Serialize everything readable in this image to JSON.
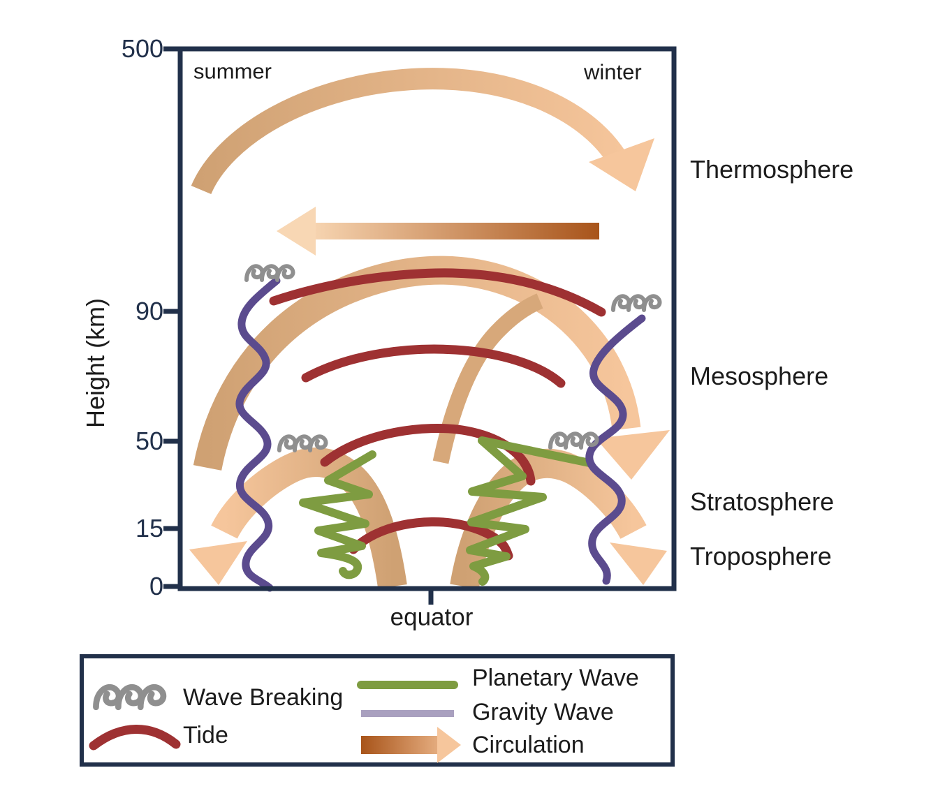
{
  "colors": {
    "navy": "#21304a",
    "text": "#1b1b1b",
    "tan": "#cfa173",
    "tanMid": "#d7a87a",
    "peach": "#f6c69c",
    "peachLight": "#f8d7b4",
    "brown": "#a8541a",
    "maroon": "#9e3132",
    "purple": "#5b4b8e",
    "lavender": "#a9a0bf",
    "green": "#7e9c41",
    "gray": "#8f8f8f"
  },
  "axis": {
    "title": "Height (km)",
    "y_ticks": [
      "500",
      "90",
      "50",
      "15",
      "0"
    ],
    "x_label": "equator"
  },
  "top_labels": {
    "left": "summer",
    "right": "winter"
  },
  "layers": [
    "Thermosphere",
    "Mesosphere",
    "Stratosphere",
    "Troposphere"
  ],
  "legend": {
    "items": [
      {
        "label": "Wave Breaking",
        "icon": "wave-breaking-icon"
      },
      {
        "label": "Tide",
        "icon": "tide-arc-icon"
      },
      {
        "label": "Planetary Wave",
        "icon": "planetary-wave-line-icon"
      },
      {
        "label": "Gravity Wave",
        "icon": "gravity-wave-line-icon"
      },
      {
        "label": "Circulation",
        "icon": "circulation-arrow-icon"
      }
    ]
  }
}
